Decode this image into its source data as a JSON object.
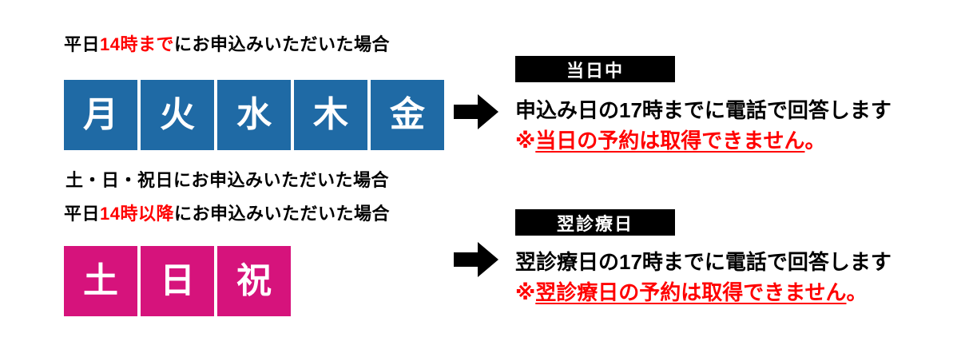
{
  "colors": {
    "weekday_box_blue": "#1f6aa5",
    "weekend_box_pink": "#d6137c",
    "highlight_red": "#ff0000",
    "badge_black": "#000000",
    "badge_text_white": "#ffffff"
  },
  "top": {
    "condition": {
      "pre": "平日",
      "highlight": "14時まで",
      "post": "にお申込みいただいた場合"
    },
    "days": [
      "月",
      "火",
      "水",
      "木",
      "金"
    ],
    "badge": "当日中",
    "result": "申込み日の17時までに電話で回答します",
    "note": {
      "prefix": "※",
      "underlined": "当日の予約は取得できません",
      "suffix": "。"
    }
  },
  "bottom": {
    "condition1": "土・日・祝日にお申込みいただいた場合",
    "condition2": {
      "pre": "平日",
      "highlight": "14時以降",
      "post": "にお申込みいただいた場合"
    },
    "days": [
      "土",
      "日",
      "祝"
    ],
    "badge": "翌診療日",
    "result": "翌診療日の17時までに電話で回答します",
    "note": {
      "prefix": "※",
      "underlined": "翌診療日の予約は取得できません",
      "suffix": "。"
    }
  }
}
